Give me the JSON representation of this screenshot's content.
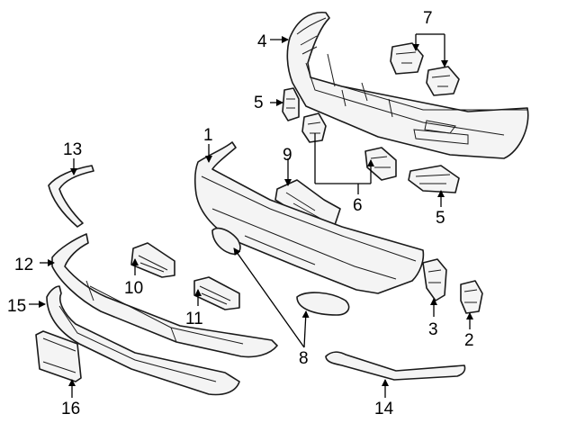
{
  "callouts": [
    "1",
    "2",
    "3",
    "4",
    "5",
    "5",
    "6",
    "7",
    "8",
    "9",
    "10",
    "11",
    "12",
    "13",
    "14",
    "15",
    "16"
  ]
}
